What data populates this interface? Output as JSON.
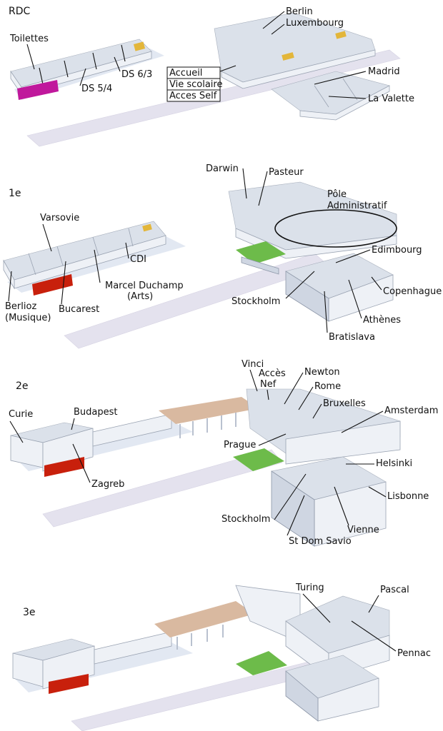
{
  "floors": {
    "rdc": {
      "title": "RDC",
      "labels": {
        "toilettes": "Toilettes",
        "ds54": "DS 5/4",
        "ds63": "DS 6/3",
        "berlin": "Berlin",
        "luxembourg": "Luxembourg",
        "accueil": "Accueil",
        "vie_scolaire": "Vie scolaire",
        "acces_self": "Acces Self",
        "madrid": "Madrid",
        "la_valette": "La Valette"
      }
    },
    "e1": {
      "title": "1e",
      "labels": {
        "darwin": "Darwin",
        "pasteur": "Pasteur",
        "pole_1": "Pôle",
        "pole_2": "Administratif",
        "varsovie": "Varsovie",
        "cdi": "CDI",
        "edimbourg": "Edimbourg",
        "marcel_1": "Marcel Duchamp",
        "marcel_2": "(Arts)",
        "berlioz_1": "Berlioz",
        "berlioz_2": "(Musique)",
        "bucarest": "Bucarest",
        "stockholm": "Stockholm",
        "copenhague": "Copenhague",
        "athenes": "Athènes",
        "bratislava": "Bratislava"
      }
    },
    "e2": {
      "title": "2e",
      "labels": {
        "vinci": "Vinci",
        "acces_nef_1": "Accès",
        "acces_nef_2": "Nef",
        "newton": "Newton",
        "rome": "Rome",
        "bruxelles": "Bruxelles",
        "amsterdam": "Amsterdam",
        "curie": "Curie",
        "budapest": "Budapest",
        "prague": "Prague",
        "helsinki": "Helsinki",
        "zagreb": "Zagreb",
        "lisbonne": "Lisbonne",
        "stockholm": "Stockholm",
        "vienne": "Vienne",
        "st_dom_savio": "St Dom Savio"
      }
    },
    "e3": {
      "title": "3e",
      "labels": {
        "turing": "Turing",
        "pascal": "Pascal",
        "pennac": "Pennac"
      }
    }
  },
  "colors": {
    "toilettes": "#c0189c",
    "red_block": "#c8200c",
    "green_roof": "#6dbb4a",
    "canopy": "#d9b9a0",
    "road": "#e4e2ee"
  }
}
